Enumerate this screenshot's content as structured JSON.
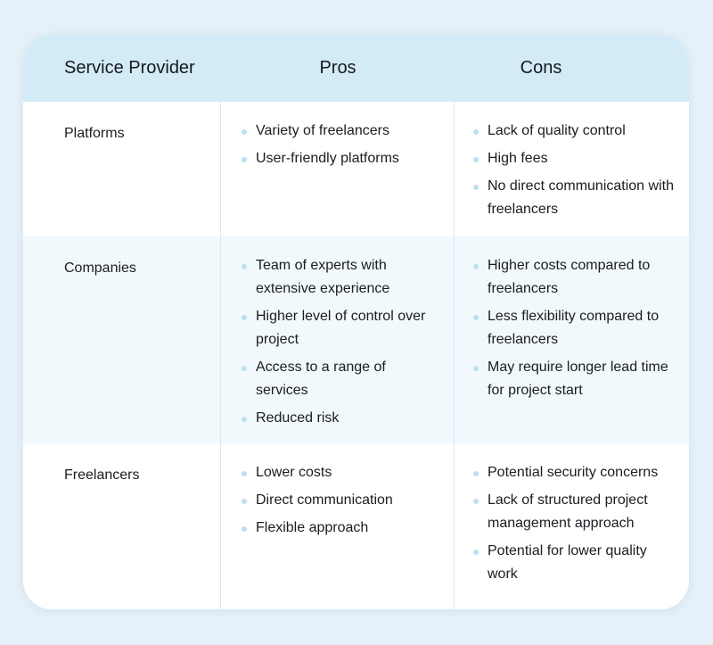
{
  "table": {
    "headers": {
      "provider": "Service Provider",
      "pros": "Pros",
      "cons": "Cons"
    },
    "rows": [
      {
        "provider": "Platforms",
        "pros": [
          "Variety of freelancers",
          "User-friendly platforms"
        ],
        "cons": [
          "Lack of quality control",
          "High fees",
          "No direct communication with freelancers"
        ]
      },
      {
        "provider": "Companies",
        "pros": [
          "Team of experts with extensive experience",
          "Higher level of control over project",
          "Access to a range of services",
          "Reduced risk"
        ],
        "cons": [
          "Higher costs compared to freelancers",
          "Less flexibility compared to freelancers",
          "May require longer lead time for project start"
        ]
      },
      {
        "provider": "Freelancers",
        "pros": [
          "Lower costs",
          "Direct communication",
          "Flexible approach"
        ],
        "cons": [
          "Potential security concerns",
          "Lack of structured project management approach",
          "Potential for lower quality work"
        ]
      }
    ]
  },
  "colors": {
    "page_background": "#e6f0f8",
    "header_background": "#d3ebf6",
    "alt_row_background": "#f1f9fd",
    "bullet": "#bde0ef"
  }
}
